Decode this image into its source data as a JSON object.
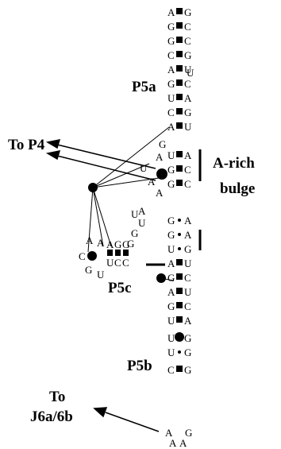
{
  "labels": {
    "p5a": "P5a",
    "to_p4": "To P4",
    "a_rich_line1": "A-rich",
    "a_rich_line2": "bulge",
    "p5c": "P5c",
    "p5b": "P5b",
    "to_j6_line1": "To",
    "to_j6_line2": "J6a/6b"
  },
  "helix_pairs": [
    {
      "left": "A",
      "right": "G",
      "bond": "square"
    },
    {
      "left": "G",
      "right": "C",
      "bond": "square"
    },
    {
      "left": "G",
      "right": "C",
      "bond": "square"
    },
    {
      "left": "C",
      "right": "G",
      "bond": "square"
    },
    {
      "left": "A",
      "right": "U",
      "bond": "square"
    },
    {
      "left": "G",
      "right": "C",
      "bond": "square"
    },
    {
      "left": "U",
      "right": "A",
      "bond": "square"
    },
    {
      "left": "C",
      "right": "G",
      "bond": "square"
    },
    {
      "left": "A",
      "right": "U",
      "bond": "square"
    },
    {
      "left": "U",
      "right": "A",
      "bond": "square"
    },
    {
      "left": "G",
      "right": "C",
      "bond": "square"
    },
    {
      "left": "G",
      "right": "C",
      "bond": "square"
    },
    {
      "left": "G",
      "right": "A",
      "bond": "dot"
    },
    {
      "left": "G",
      "right": "A",
      "bond": "dot"
    },
    {
      "left": "U",
      "right": "G",
      "bond": "dot"
    },
    {
      "left": "A",
      "right": "U",
      "bond": "square"
    },
    {
      "left": "G",
      "right": "C",
      "bond": "square"
    },
    {
      "left": "A",
      "right": "U",
      "bond": "square"
    },
    {
      "left": "G",
      "right": "C",
      "bond": "square"
    },
    {
      "left": "U",
      "right": "A",
      "bond": "square"
    },
    {
      "left": "U",
      "right": "G",
      "bond": "circle"
    },
    {
      "left": "U",
      "right": "G",
      "bond": "dot"
    },
    {
      "left": "C",
      "right": "G",
      "bond": "square"
    }
  ],
  "bulge_u": "U",
  "a_rich_bulge": [
    "G",
    "A",
    "U",
    "A",
    "A"
  ],
  "loop_bases": [
    "U",
    "A",
    "U",
    "G",
    "G"
  ],
  "p5c_stem": {
    "top": [
      "A",
      "G",
      "G"
    ],
    "bottom": [
      "U",
      "C",
      "C"
    ]
  },
  "p5c_loop": [
    "A",
    "A",
    "C",
    "G",
    "U"
  ],
  "terminal_loop": [
    "A",
    "A",
    "A",
    "G"
  ]
}
